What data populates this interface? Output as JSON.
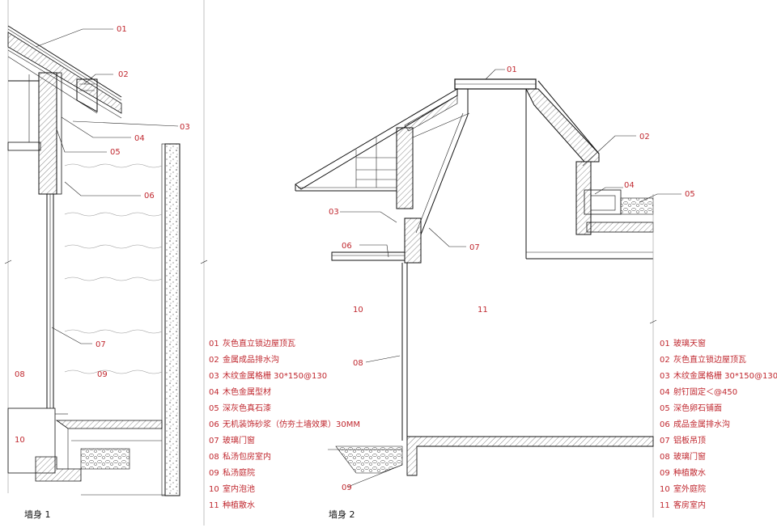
{
  "wall1": {
    "caption": "墙身 1",
    "callouts": [
      "01",
      "02",
      "03",
      "04",
      "05",
      "06",
      "07",
      "08",
      "09",
      "10"
    ],
    "legend": [
      {
        "no": "01",
        "text": "灰色直立锁边屋顶瓦"
      },
      {
        "no": "02",
        "text": "金属成品排水沟"
      },
      {
        "no": "03",
        "text": "木纹金属格栅 30*150@130"
      },
      {
        "no": "04",
        "text": "木色金属型材"
      },
      {
        "no": "05",
        "text": "深灰色真石漆"
      },
      {
        "no": "06",
        "text": "无机装饰砂浆（仿夯土墙效果）30MM"
      },
      {
        "no": "07",
        "text": "玻璃门窗"
      },
      {
        "no": "08",
        "text": "私汤包房室内"
      },
      {
        "no": "09",
        "text": "私汤庭院"
      },
      {
        "no": "10",
        "text": "室内泡池"
      },
      {
        "no": "11",
        "text": "种植散水"
      }
    ]
  },
  "wall2": {
    "caption": "墙身 2",
    "callouts": [
      "01",
      "02",
      "03",
      "04",
      "05",
      "06",
      "07",
      "08",
      "09",
      "10",
      "11"
    ],
    "legend": [
      {
        "no": "01",
        "text": "玻璃天窗"
      },
      {
        "no": "02",
        "text": "灰色直立锁边屋顶瓦"
      },
      {
        "no": "03",
        "text": "木纹金属格栅 30*150@130"
      },
      {
        "no": "04",
        "text": "射钉固定＜@450"
      },
      {
        "no": "05",
        "text": "深色卵石铺面"
      },
      {
        "no": "06",
        "text": "成品金属排水沟"
      },
      {
        "no": "07",
        "text": "铝板吊顶"
      },
      {
        "no": "08",
        "text": "玻璃门窗"
      },
      {
        "no": "09",
        "text": "种植散水"
      },
      {
        "no": "10",
        "text": "室外庭院"
      },
      {
        "no": "11",
        "text": "客房室内"
      }
    ]
  }
}
